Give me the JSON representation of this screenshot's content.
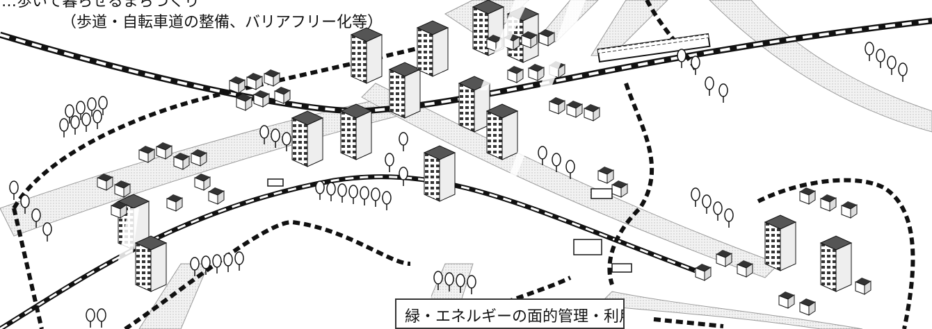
{
  "captions": {
    "top_line_1": "…歩いて暮らせるまちづくり",
    "top_line_2": "（歩道・自転車道の整備、バリアフリー化等）",
    "bottom_box": "緑・エネルギーの面的管理・利用の促進"
  },
  "colors": {
    "ink": "#111111",
    "road_fill": "#d9d9d9",
    "area_fill": "#e6e6e6",
    "building_dark": "#3a3a3a",
    "building_light": "#ffffff"
  }
}
